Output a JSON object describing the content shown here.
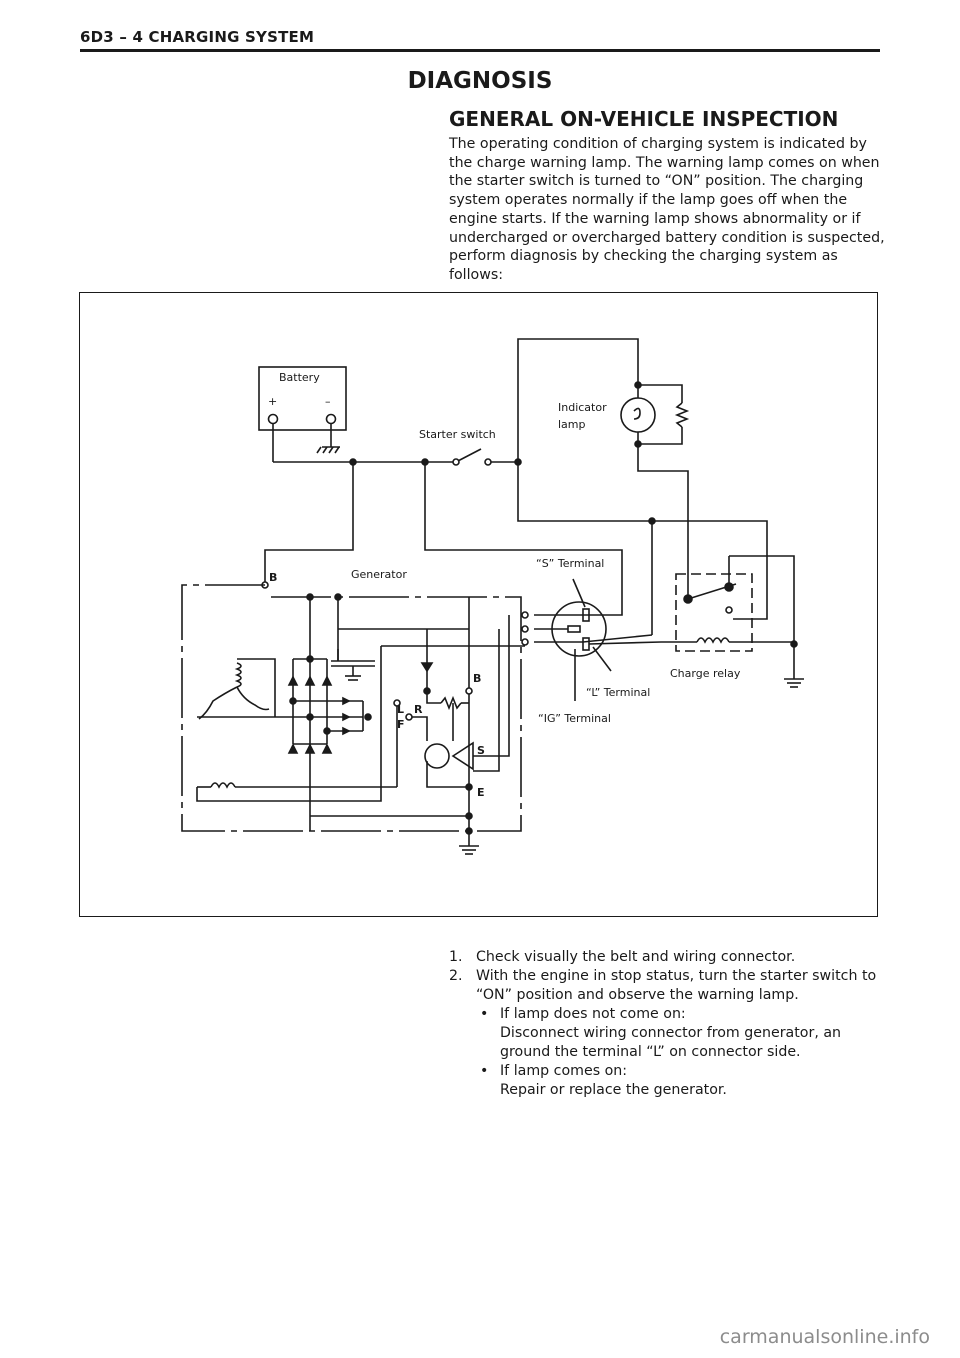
{
  "header": {
    "title": "6D3 – 4 CHARGING SYSTEM"
  },
  "title": "DIAGNOSIS",
  "subtitle": "GENERAL ON-VEHICLE INSPECTION",
  "intro": "The operating condition of charging system is indicated by the charge warning lamp. The warning lamp comes on when the starter switch is turned to “ON” position. The charging system operates normally if the lamp goes off when the engine starts. If the warning lamp shows abnormality or if undercharged or overcharged battery condition is suspected, perform diagnosis by checking the charging system as follows:",
  "diagram": {
    "battery": "Battery",
    "plus": "+",
    "minus": "–",
    "starter_switch": "Starter switch",
    "indicator_lamp_1": "Indicator",
    "indicator_lamp_2": "lamp",
    "generator": "Generator",
    "b_terminal": "B",
    "s_terminal": "“S” Terminal",
    "l_terminal": "“L” Terminal",
    "ig_terminal": "“IG” Terminal",
    "charge_relay": "Charge relay",
    "reg_b": "B",
    "reg_l": "L",
    "reg_r": "R",
    "reg_f": "F",
    "reg_s": "S",
    "reg_e": "E"
  },
  "steps": [
    {
      "num": "1.",
      "text": "Check visually the belt and wiring connector."
    },
    {
      "num": "2.",
      "text": "With the engine in stop status, turn the starter switch to “ON” position and observe the warning lamp."
    }
  ],
  "bullets": [
    {
      "symbol": "•",
      "heading": "If lamp does not come on:",
      "detail": "Disconnect wiring connector from generator, an ground the terminal “L” on connector side."
    },
    {
      "symbol": "•",
      "heading": "If lamp comes on:",
      "detail": "Repair or replace the generator."
    }
  ],
  "watermark": "carmanualsonline.info"
}
